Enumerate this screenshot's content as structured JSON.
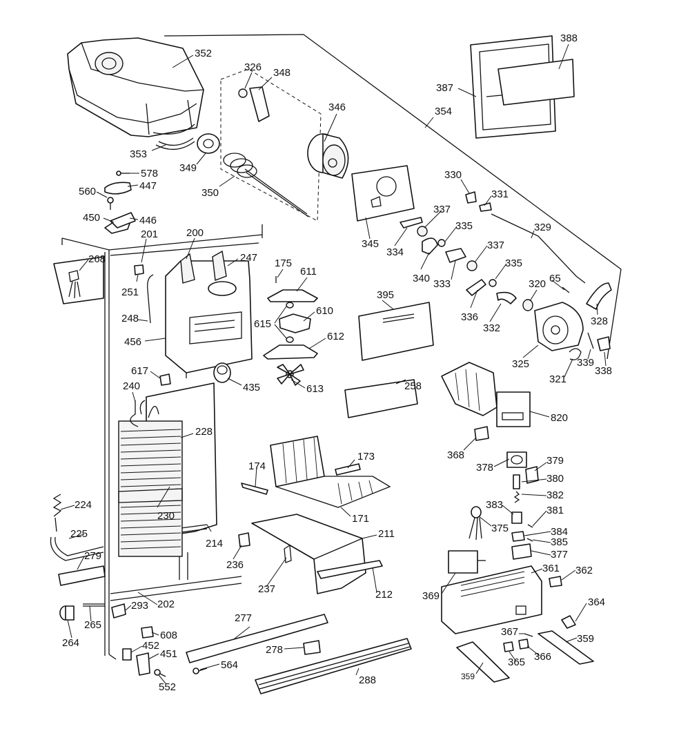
{
  "labels": {
    "l352": "352",
    "l326": "326",
    "l348": "348",
    "l346": "346",
    "l353": "353",
    "l349": "349",
    "l350": "350",
    "l578": "578",
    "l560": "560",
    "l447": "447",
    "l450": "450",
    "l446": "446",
    "l201": "201",
    "l200": "200",
    "l268": "268",
    "l247": "247",
    "l251": "251",
    "l248": "248",
    "l456": "456",
    "l617": "617",
    "l240": "240",
    "l228": "228",
    "l224": "224",
    "l225": "225",
    "l279": "279",
    "l230": "230",
    "l214": "214",
    "l236": "236",
    "l237": "237",
    "l293": "293",
    "l202": "202",
    "l265": "265",
    "l264": "264",
    "l608": "608",
    "l452": "452",
    "l451": "451",
    "l552": "552",
    "l564": "564",
    "l277": "277",
    "l278": "278",
    "l288": "288",
    "l175": "175",
    "l611": "611",
    "l610": "610",
    "l615": "615",
    "l612": "612",
    "l613": "613",
    "l435": "435",
    "l174": "174",
    "l173": "173",
    "l171": "171",
    "l211": "211",
    "l212": "212",
    "l395": "395",
    "l258": "258",
    "l345": "345",
    "l334": "334",
    "l337a": "337",
    "l335a": "335",
    "l340": "340",
    "l333": "333",
    "l337b": "337",
    "l335b": "335",
    "l336": "336",
    "l332": "332",
    "l330": "330",
    "l331": "331",
    "l329": "329",
    "l65": "65",
    "l320": "320",
    "l328": "328",
    "l325": "325",
    "l321": "321",
    "l339": "339",
    "l338": "338",
    "l354": "354",
    "l387": "387",
    "l388": "388",
    "l820": "820",
    "l368": "368",
    "l378": "378",
    "l379": "379",
    "l380": "380",
    "l382": "382",
    "l383": "383",
    "l381": "381",
    "l375": "375",
    "l384": "384",
    "l385": "385",
    "l377": "377",
    "l361": "361",
    "l362": "362",
    "l369": "369",
    "l364": "364",
    "l367": "367",
    "l359a": "359",
    "l359b": "359",
    "l366": "366",
    "l365": "365"
  }
}
